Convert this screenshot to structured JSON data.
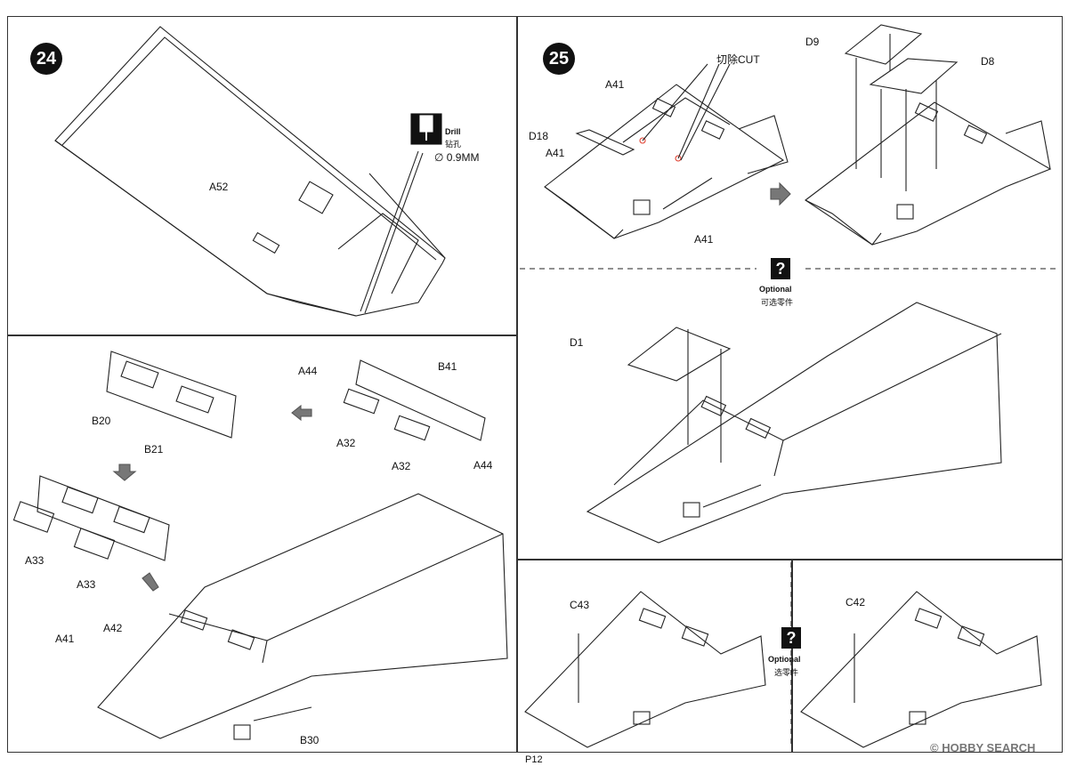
{
  "steps": {
    "s24": {
      "number": "24"
    },
    "s25": {
      "number": "25"
    }
  },
  "labels": {
    "a52": "A52",
    "drill_en": "Drill",
    "drill_cn": "钻孔",
    "drill_size": "0.9MM",
    "a41_top": "A41",
    "cut": "切除CUT",
    "d18": "D18",
    "a41_mid": "A41",
    "a41_bot": "A41",
    "d9": "D9",
    "d8": "D8",
    "optional_en": "Optional",
    "optional_cn": "可选零件",
    "d1": "D1",
    "a44_top": "A44",
    "b41": "B41",
    "b20": "B20",
    "b21": "B21",
    "a32_left": "A32",
    "a32_right": "A32",
    "a44_bot": "A44",
    "a33_left": "A33",
    "a33_bot": "A33",
    "a41_lower": "A41",
    "a42": "A42",
    "b30": "B30",
    "c43": "C43",
    "c42": "C42",
    "optional2_en": "Optional",
    "optional2_cn": "选零件",
    "qmark": "?",
    "page": "P12",
    "watermark": "HOBBY SEARCH"
  },
  "colors": {
    "ink": "#111111",
    "cut_mark": "#e04030",
    "frame": "#333333"
  }
}
